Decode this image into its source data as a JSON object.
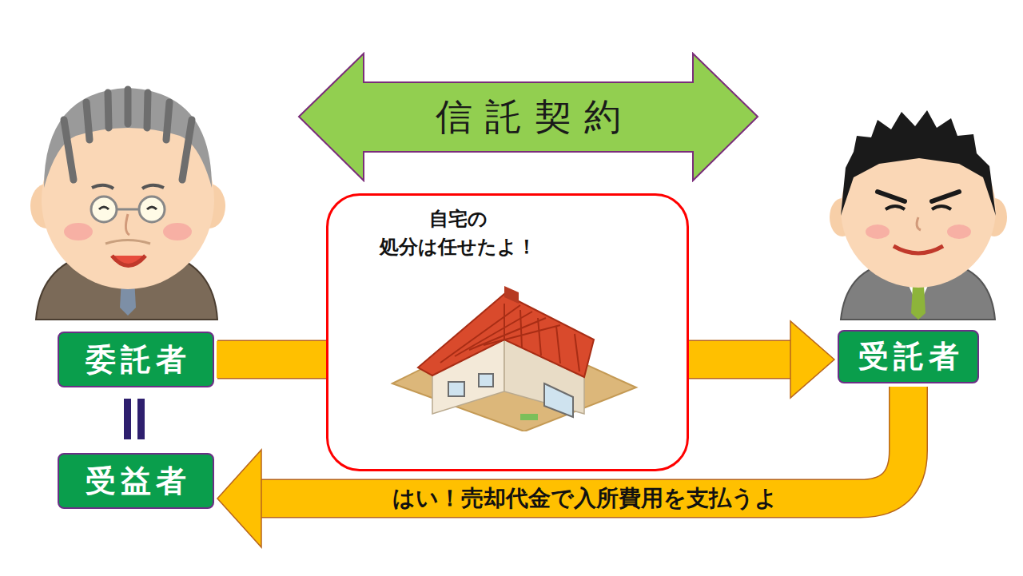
{
  "diagram": {
    "nodes": [
      {
        "text": [
          "信託契約"
        ]
      },
      {
        "text": [
          "委託者"
        ]
      },
      {
        "text": [
          "自宅の 処分は任せたよ！"
        ]
      },
      {
        "text": [
          "受託者"
        ]
      },
      {
        "text": [
          "受益者"
        ]
      }
    ],
    "edges": [
      {
        "from": 1,
        "to": 3,
        "arrow": "to"
      },
      {
        "from": 3,
        "to": 4,
        "label": "はい！売却代金で入所費用を支払うよ",
        "arrow": "to"
      }
    ]
  }
}
